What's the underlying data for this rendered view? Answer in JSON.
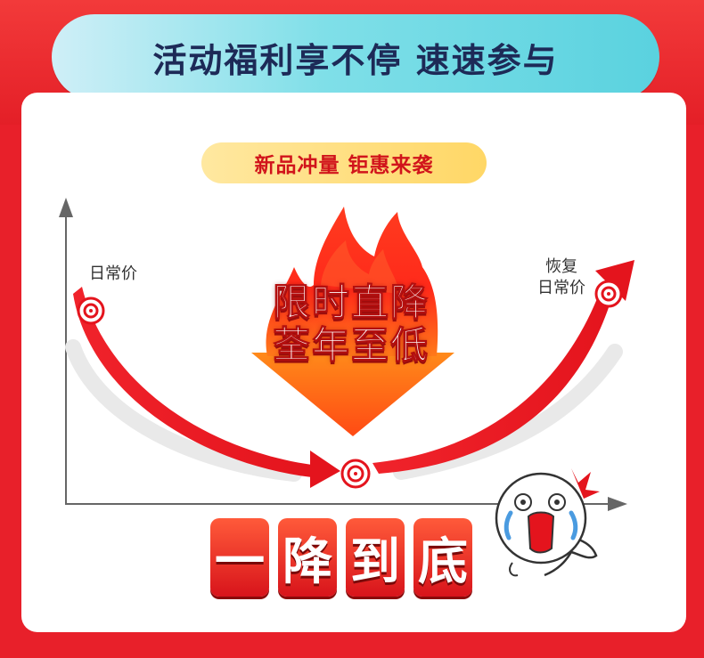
{
  "header": {
    "title": "活动福利享不停 速速参与"
  },
  "subtitle": "新品冲量 钜惠来袭",
  "chart": {
    "left_label": "日常价",
    "right_label_line1": "恢复",
    "right_label_line2": "日常价"
  },
  "flame": {
    "line1": "限时直降",
    "line2": "荃年至低"
  },
  "blocks": [
    "一",
    "降",
    "到",
    "底"
  ],
  "colors": {
    "red": "#e8202a",
    "pill": "#5ad2df",
    "gold": "#ffd766"
  },
  "icons": {
    "mascot": "crying-face-icon",
    "flame": "fire-icon"
  }
}
